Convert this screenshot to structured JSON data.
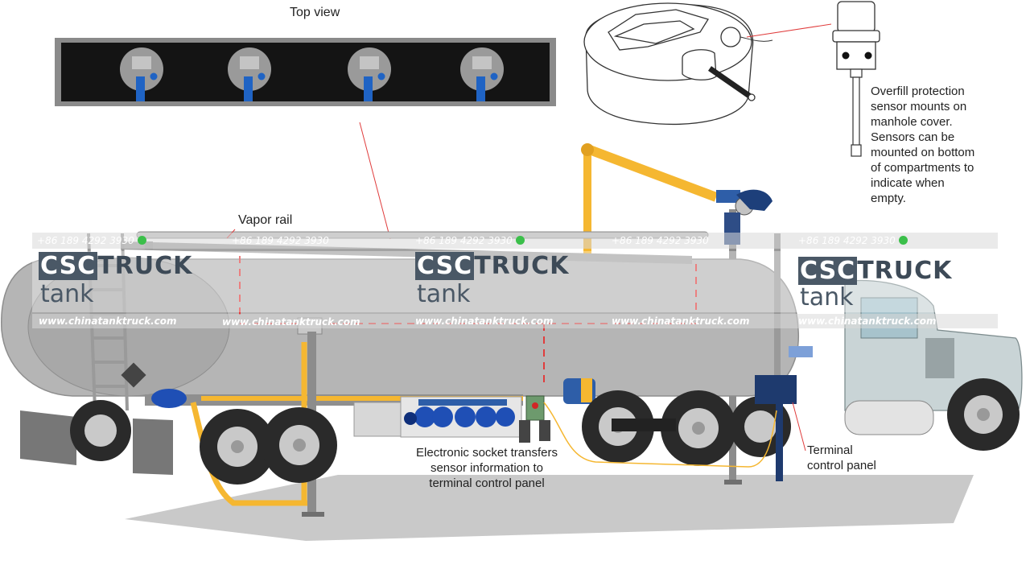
{
  "labels": {
    "top_view": "Top view",
    "vapor_rail": "Vapor rail",
    "overfill": [
      "Overfill protection",
      "sensor mounts on",
      "manhole cover.",
      "Sensors can be",
      "mounted on bottom",
      "of compartments to",
      "indicate when",
      "empty."
    ],
    "socket": [
      "Electronic socket transfers",
      "sensor information to",
      "terminal control panel"
    ],
    "terminal": [
      "Terminal",
      "control panel"
    ]
  },
  "watermark": {
    "phone": "+86 189 4292 3930",
    "brand_a": "CSC",
    "brand_b": "TRUCK",
    "brand_sub": "tank",
    "url": "www.chinatanktruck.com"
  },
  "colors": {
    "hose": "#f5b731",
    "tank": "#b9b9b9",
    "coupler": "#1f4fb5",
    "cab": "#c9d4d6",
    "dashed": "#e03c3c",
    "ground": "#c7c7c7"
  }
}
